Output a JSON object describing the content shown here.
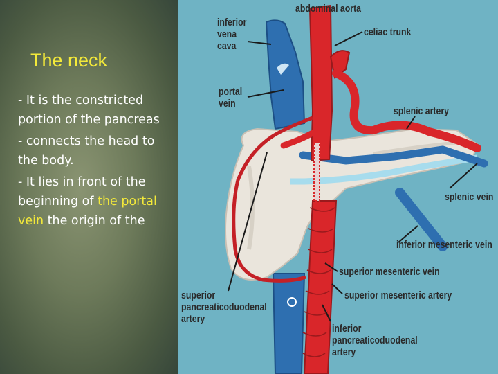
{
  "slide": {
    "title": "The neck",
    "bullets": [
      {
        "text": "- It is the constricted portion of the pancreas"
      },
      {
        "text": "- connects the head to the body."
      },
      {
        "before": "- It lies in front of the beginning of ",
        "highlight": "the portal vein",
        "after": " the origin of the"
      }
    ],
    "colors": {
      "title": "#f3e93a",
      "highlight": "#f3e93a",
      "text": "#ffffff",
      "panel": "#6d7a5a",
      "figure_bg": "#6fb3c4"
    }
  },
  "figure": {
    "labels": {
      "abdominal_aorta": "abdominal aorta",
      "inferior_vena_cava": [
        "inferior",
        "vena",
        "cava"
      ],
      "celiac_trunk": "celiac trunk",
      "portal_vein": [
        "portal",
        "vein"
      ],
      "splenic_artery": "splenic artery",
      "splenic_vein": "splenic vein",
      "inferior_mesenteric_vein": "inferior mesenteric vein",
      "superior_mesenteric_vein": "superior mesenteric vein",
      "superior_mesenteric_artery": "superior mesenteric artery",
      "superior_pancreaticoduodenal_artery": [
        "superior",
        "pancreaticoduodenal",
        "artery"
      ],
      "inferior_pancreaticoduodenal_artery": [
        "inferior",
        "pancreaticoduodenal",
        "artery"
      ]
    }
  }
}
